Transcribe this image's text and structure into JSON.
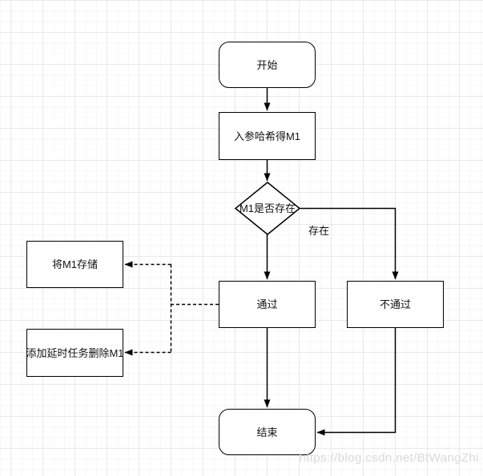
{
  "diagram": {
    "nodes": {
      "start": {
        "label": "开始",
        "type": "terminator"
      },
      "hash": {
        "label": "入参哈希得M1",
        "type": "process"
      },
      "decision": {
        "label": "M1是否存在",
        "type": "decision"
      },
      "pass": {
        "label": "通过",
        "type": "process"
      },
      "fail": {
        "label": "不通过",
        "type": "process"
      },
      "store": {
        "label": "将M1存储",
        "type": "process"
      },
      "delay": {
        "label": "添加延时任务删除M1",
        "type": "process"
      },
      "end": {
        "label": "结束",
        "type": "terminator"
      }
    },
    "edges": {
      "exists_label": "存在"
    },
    "colors": {
      "stroke": "#000000",
      "node_fill": "#ffffff",
      "grid_major": "#e9e9e9",
      "grid_minor": "#f6f6f6",
      "watermark": "#dadada"
    }
  },
  "watermark": {
    "text": "https://blog.csdn.net/BtWangZhi"
  }
}
